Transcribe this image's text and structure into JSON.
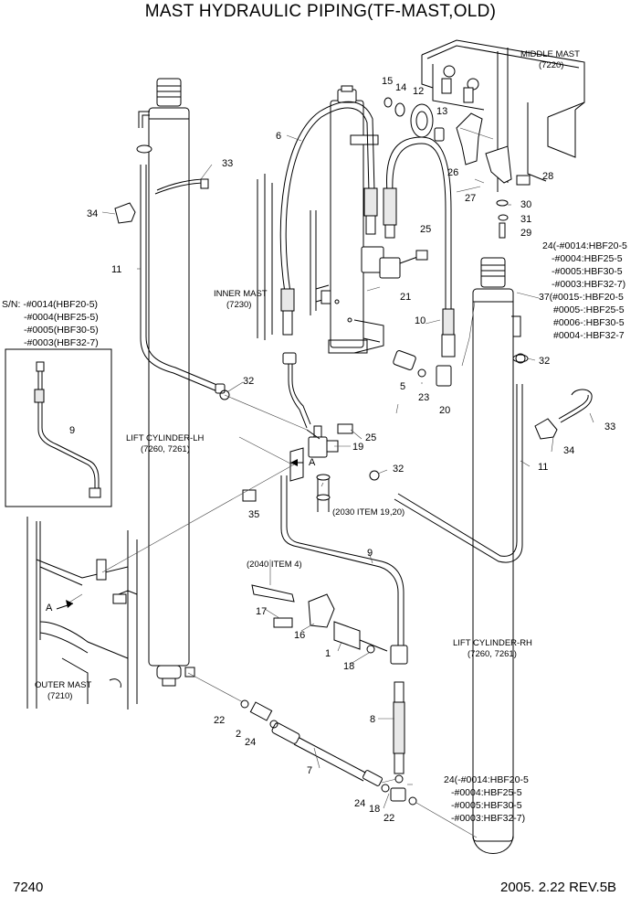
{
  "title": "MAST HYDRAULIC PIPING(TF-MAST,OLD)",
  "page_number": "7240",
  "revision": "2005. 2.22  REV.5B",
  "assemblies": {
    "middle_mast": [
      "MIDDLE MAST",
      "(7220)"
    ],
    "inner_mast": [
      "INNER MAST",
      "(7230)"
    ],
    "outer_mast": [
      "OUTER MAST",
      "(7210)"
    ],
    "lift_cyl_lh": [
      "LIFT CYLINDER-LH",
      "(7260, 7261)"
    ],
    "lift_cyl_rh": [
      "LIFT CYLINDER-RH",
      "(7260, 7261)"
    ],
    "item_2030": "(2030 ITEM 19,20)",
    "item_2040": "(2040 ITEM 4)"
  },
  "serial_note": [
    "S/N: -#0014(HBF20-5)",
    "-#0004(HBF25-5)",
    "-#0005(HBF30-5)",
    "-#0003(HBF32-7)"
  ],
  "note_24_top": [
    "24(-#0014:HBF20-5",
    "-#0004:HBF25-5",
    "-#0005:HBF30-5",
    "-#0003:HBF32-7)"
  ],
  "note_37": [
    "37(#0015-:HBF20-5",
    "#0005-:HBF25-5",
    "#0006-:HBF30-5",
    "#0004-:HBF32-7"
  ],
  "note_24_bottom": [
    "24(-#0014:HBF20-5",
    "-#0004:HBF25-5",
    "-#0005:HBF30-5",
    "-#0003:HBF32-7)"
  ],
  "view_letter": "A",
  "callouts": {
    "c1": "1",
    "c2": "2",
    "c5": "5",
    "c6": "6",
    "c7": "7",
    "c8": "8",
    "c9a": "9",
    "c9b": "9",
    "c10": "10",
    "c11a": "11",
    "c11b": "11",
    "c12": "12",
    "c13": "13",
    "c14": "14",
    "c15": "15",
    "c16": "16",
    "c17": "17",
    "c18a": "18",
    "c18b": "18",
    "c19": "19",
    "c20": "20",
    "c21": "21",
    "c22a": "22",
    "c22b": "22",
    "c23": "23",
    "c24a": "24",
    "c24b": "24",
    "c25a": "25",
    "c25b": "25",
    "c26": "26",
    "c27": "27",
    "c28": "28",
    "c29": "29",
    "c30": "30",
    "c31": "31",
    "c32a": "32",
    "c32b": "32",
    "c32c": "32",
    "c33a": "33",
    "c33b": "33",
    "c34a": "34",
    "c34b": "34",
    "c35": "35"
  },
  "icons": [
    "lift-cylinder-icon",
    "hose-icon",
    "clamp-icon",
    "fitting-icon"
  ]
}
